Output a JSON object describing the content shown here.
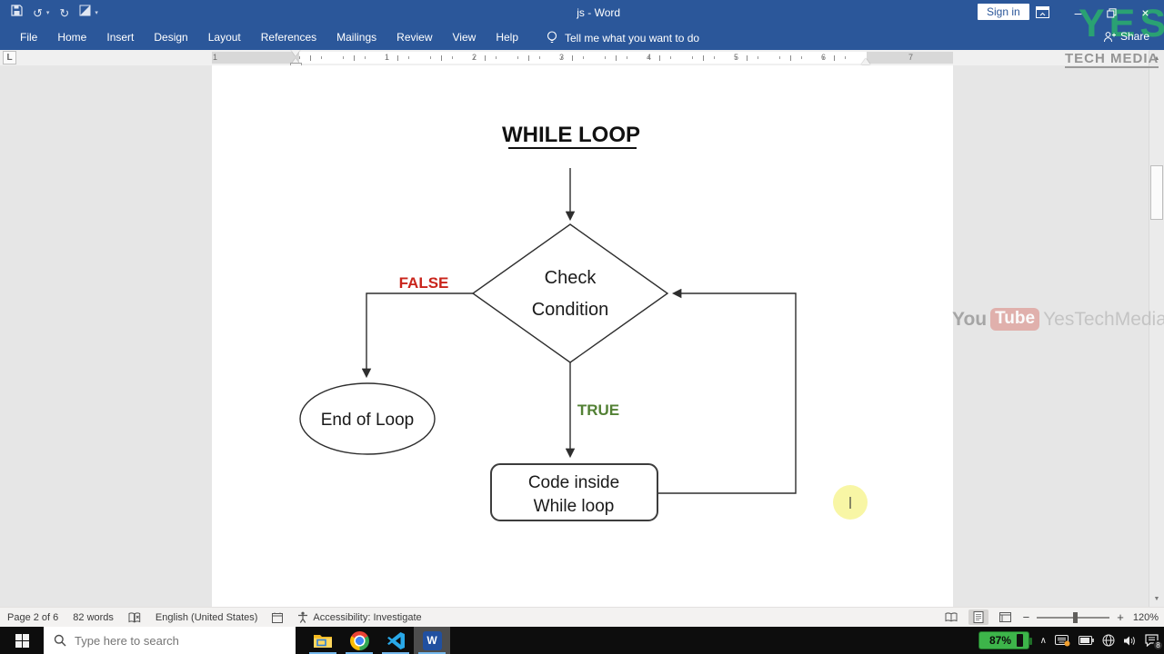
{
  "window": {
    "title": "js - Word",
    "sign_in": "Sign in",
    "share": "Share"
  },
  "ribbon": {
    "tabs": [
      "File",
      "Home",
      "Insert",
      "Design",
      "Layout",
      "References",
      "Mailings",
      "Review",
      "View",
      "Help"
    ],
    "tell_me": "Tell me what you want to do"
  },
  "ruler": {
    "tab_selector": "L",
    "left_margin_number": "1",
    "numbers": [
      "1",
      "2",
      "3",
      "4",
      "5",
      "6"
    ],
    "right_margin_number": "7"
  },
  "flowchart": {
    "title": "WHILE LOOP",
    "decision": [
      "Check",
      "Condition"
    ],
    "false_label": "FALSE",
    "true_label": "TRUE",
    "terminator": "End of Loop",
    "process": [
      "Code inside",
      "While loop"
    ],
    "false_color": "#c9241b",
    "true_color": "#538135",
    "cursor_glyph": "I"
  },
  "watermarks": {
    "yes": "YES",
    "tech_media": "TECH MEDIA",
    "yt_you": "You",
    "yt_tube": "Tube",
    "yt_name": "YesTechMedia"
  },
  "status_bar": {
    "page": "Page 2 of 6",
    "words": "82 words",
    "language": "English (United States)",
    "accessibility": "Accessibility: Investigate",
    "zoom_minus": "−",
    "zoom_plus": "+",
    "zoom_level": "120%"
  },
  "taskbar": {
    "search_placeholder": "Type here to search",
    "battery_percent": "87%",
    "badge_count": "8",
    "tray_chevron": "∧"
  }
}
